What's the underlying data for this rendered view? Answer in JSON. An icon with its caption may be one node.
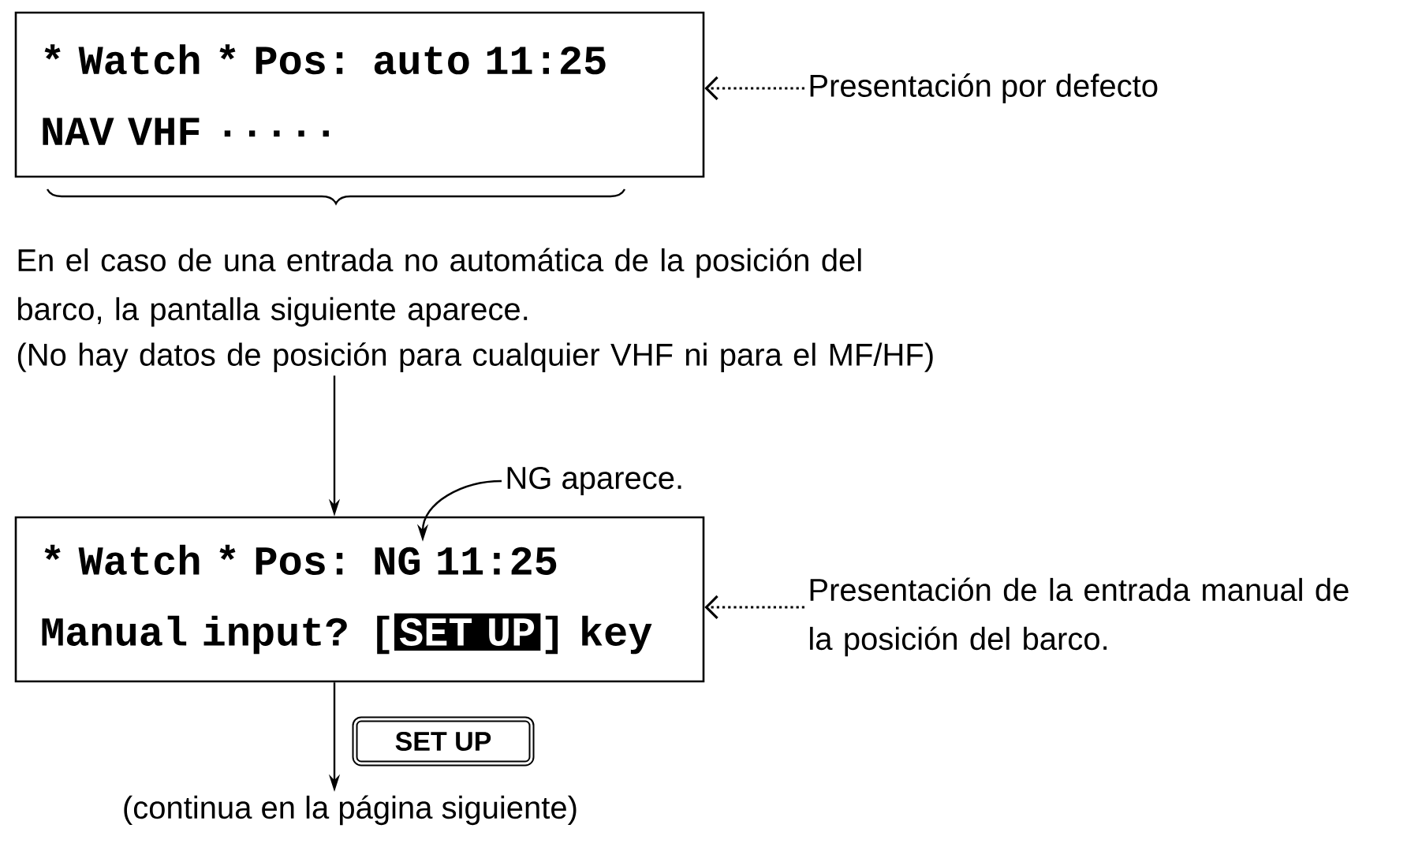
{
  "diagram": {
    "nodes": [
      {
        "text": [
          "* Watch * Pos: auto 11:25",
          "NAV  VHF ·····"
        ]
      },
      {
        "text": [
          "Presentación por defecto"
        ]
      },
      {
        "text": [
          "En el caso de una entrada no automática de la posición del barco, la pantalla siguiente aparece.",
          "(No hay datos de posición para cualquier VHF ni para el MF/HF)"
        ]
      },
      {
        "text": [
          "NG aparece."
        ]
      },
      {
        "text": [
          "* Watch * Pos: NG 11:25",
          "Manual input? [",
          "SET UP",
          "] key"
        ]
      },
      {
        "text": [
          "Presentación de la entrada manual de la posición del barco."
        ]
      },
      {
        "text": [
          "SET UP"
        ]
      },
      {
        "text": [
          "(continua en la página siguiente)"
        ]
      }
    ],
    "edges": [
      {
        "from": 1,
        "to": 0,
        "arrow": "to",
        "style": "dashed"
      },
      {
        "from": 2,
        "to": 4,
        "arrow": "to"
      },
      {
        "from": 3,
        "to": 4,
        "arrow": "to"
      },
      {
        "from": 5,
        "to": 4,
        "arrow": "to",
        "style": "dashed"
      },
      {
        "from": 4,
        "to": 7,
        "arrow": "to"
      }
    ]
  }
}
